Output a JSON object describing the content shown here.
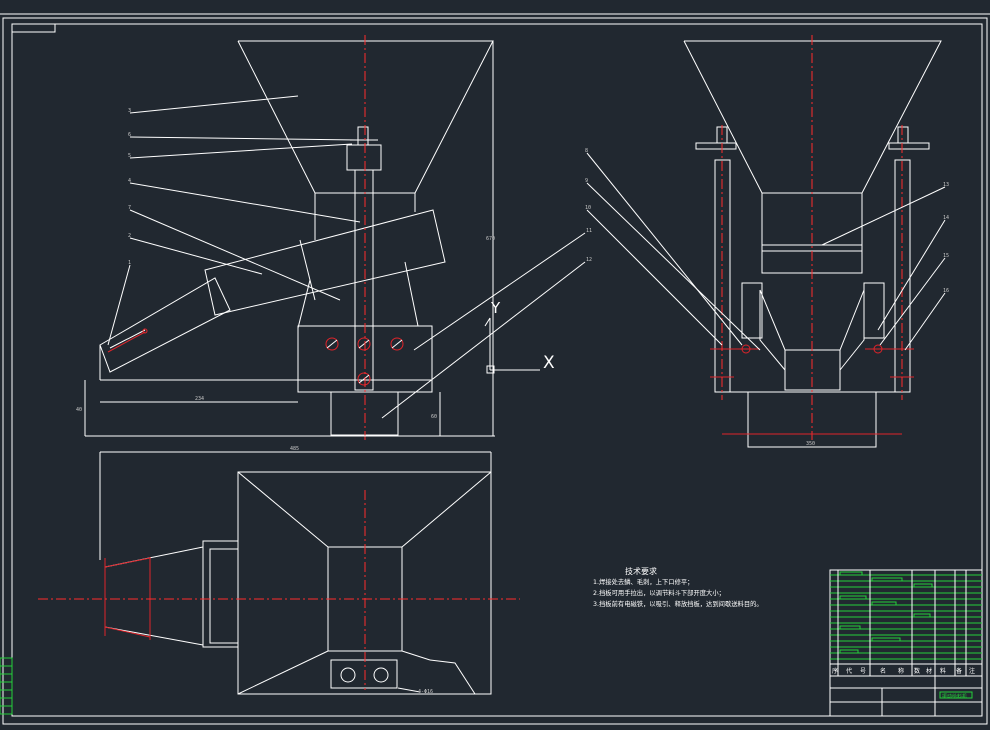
{
  "notes": {
    "heading": "技术要求",
    "lines": [
      "1.焊接处去鳞、毛刺，上下口修平；",
      "2.挡板可用手拉出，以调节料斗下部开度大小；",
      "3.挡板前有电磁铁，以吸引、释放挡板，达到间歇送料目的。"
    ]
  },
  "dimensions": {
    "front_width": "234",
    "front_height_left": "40",
    "front_height_right": "60",
    "total_height": "670",
    "plan_width": "485",
    "side_width": "350",
    "hole_spec": "4-Φ16"
  },
  "ucs": {
    "x_label": "X",
    "y_label": "Y"
  },
  "leaders_front": [
    "3",
    "6",
    "5",
    "4",
    "7",
    "2",
    "1"
  ],
  "leaders_front_right": [
    "11",
    "12"
  ],
  "leaders_side_left": [
    "8",
    "9",
    "10"
  ],
  "leaders_side_right": [
    "13",
    "14",
    "15",
    "16"
  ],
  "title_block": {
    "header_cols": [
      "序",
      "代",
      "号",
      "名",
      "称",
      "数",
      "材",
      "料",
      "备",
      "注"
    ],
    "drawing_name": "振动给料机"
  },
  "colors": {
    "background": "#212830",
    "line": "#ffffff",
    "center": "#ff2d2d",
    "table": "#25d03a"
  }
}
